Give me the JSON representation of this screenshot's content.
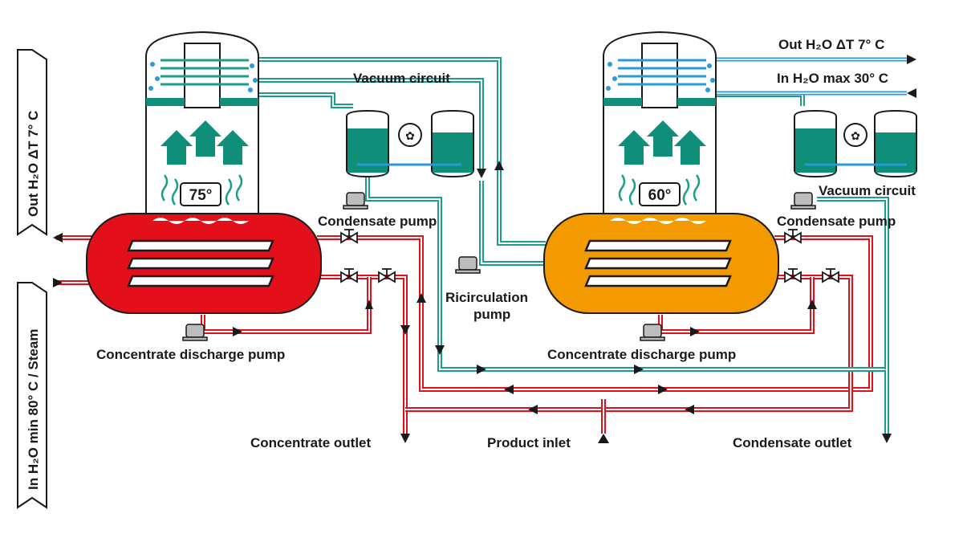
{
  "labels": {
    "left_outlet": "Out H₂O ΔT 7° C",
    "left_inlet": "In H₂O min 80° C / Steam",
    "right_out_water": "Out H₂O ΔT 7° C",
    "right_in_water": "In H₂O max 30° C",
    "vacuum_circuit_1": "Vacuum circuit",
    "vacuum_circuit_2": "Vacuum circuit",
    "condensate_pump_1": "Condensate pump",
    "condensate_pump_2": "Condensate pump",
    "recirculation_pump_line1": "Ricirculation",
    "recirculation_pump_line2": "pump",
    "concentrate_discharge_pump_1": "Concentrate discharge pump",
    "concentrate_discharge_pump_2": "Concentrate discharge pump",
    "concentrate_outlet": "Concentrate outlet",
    "product_inlet": "Product inlet",
    "condensate_outlet": "Condensate outlet"
  },
  "stages": [
    {
      "temperature": "75°",
      "boiler_color": "#e3101c"
    },
    {
      "temperature": "60°",
      "boiler_color": "#f29a00"
    }
  ],
  "colors": {
    "hot_line": "#e3101c",
    "condensate_line": "#1a9e8a",
    "cooling_line": "#2a9ad8",
    "teal": "#0f8f79",
    "outline": "#1a1a1a"
  }
}
